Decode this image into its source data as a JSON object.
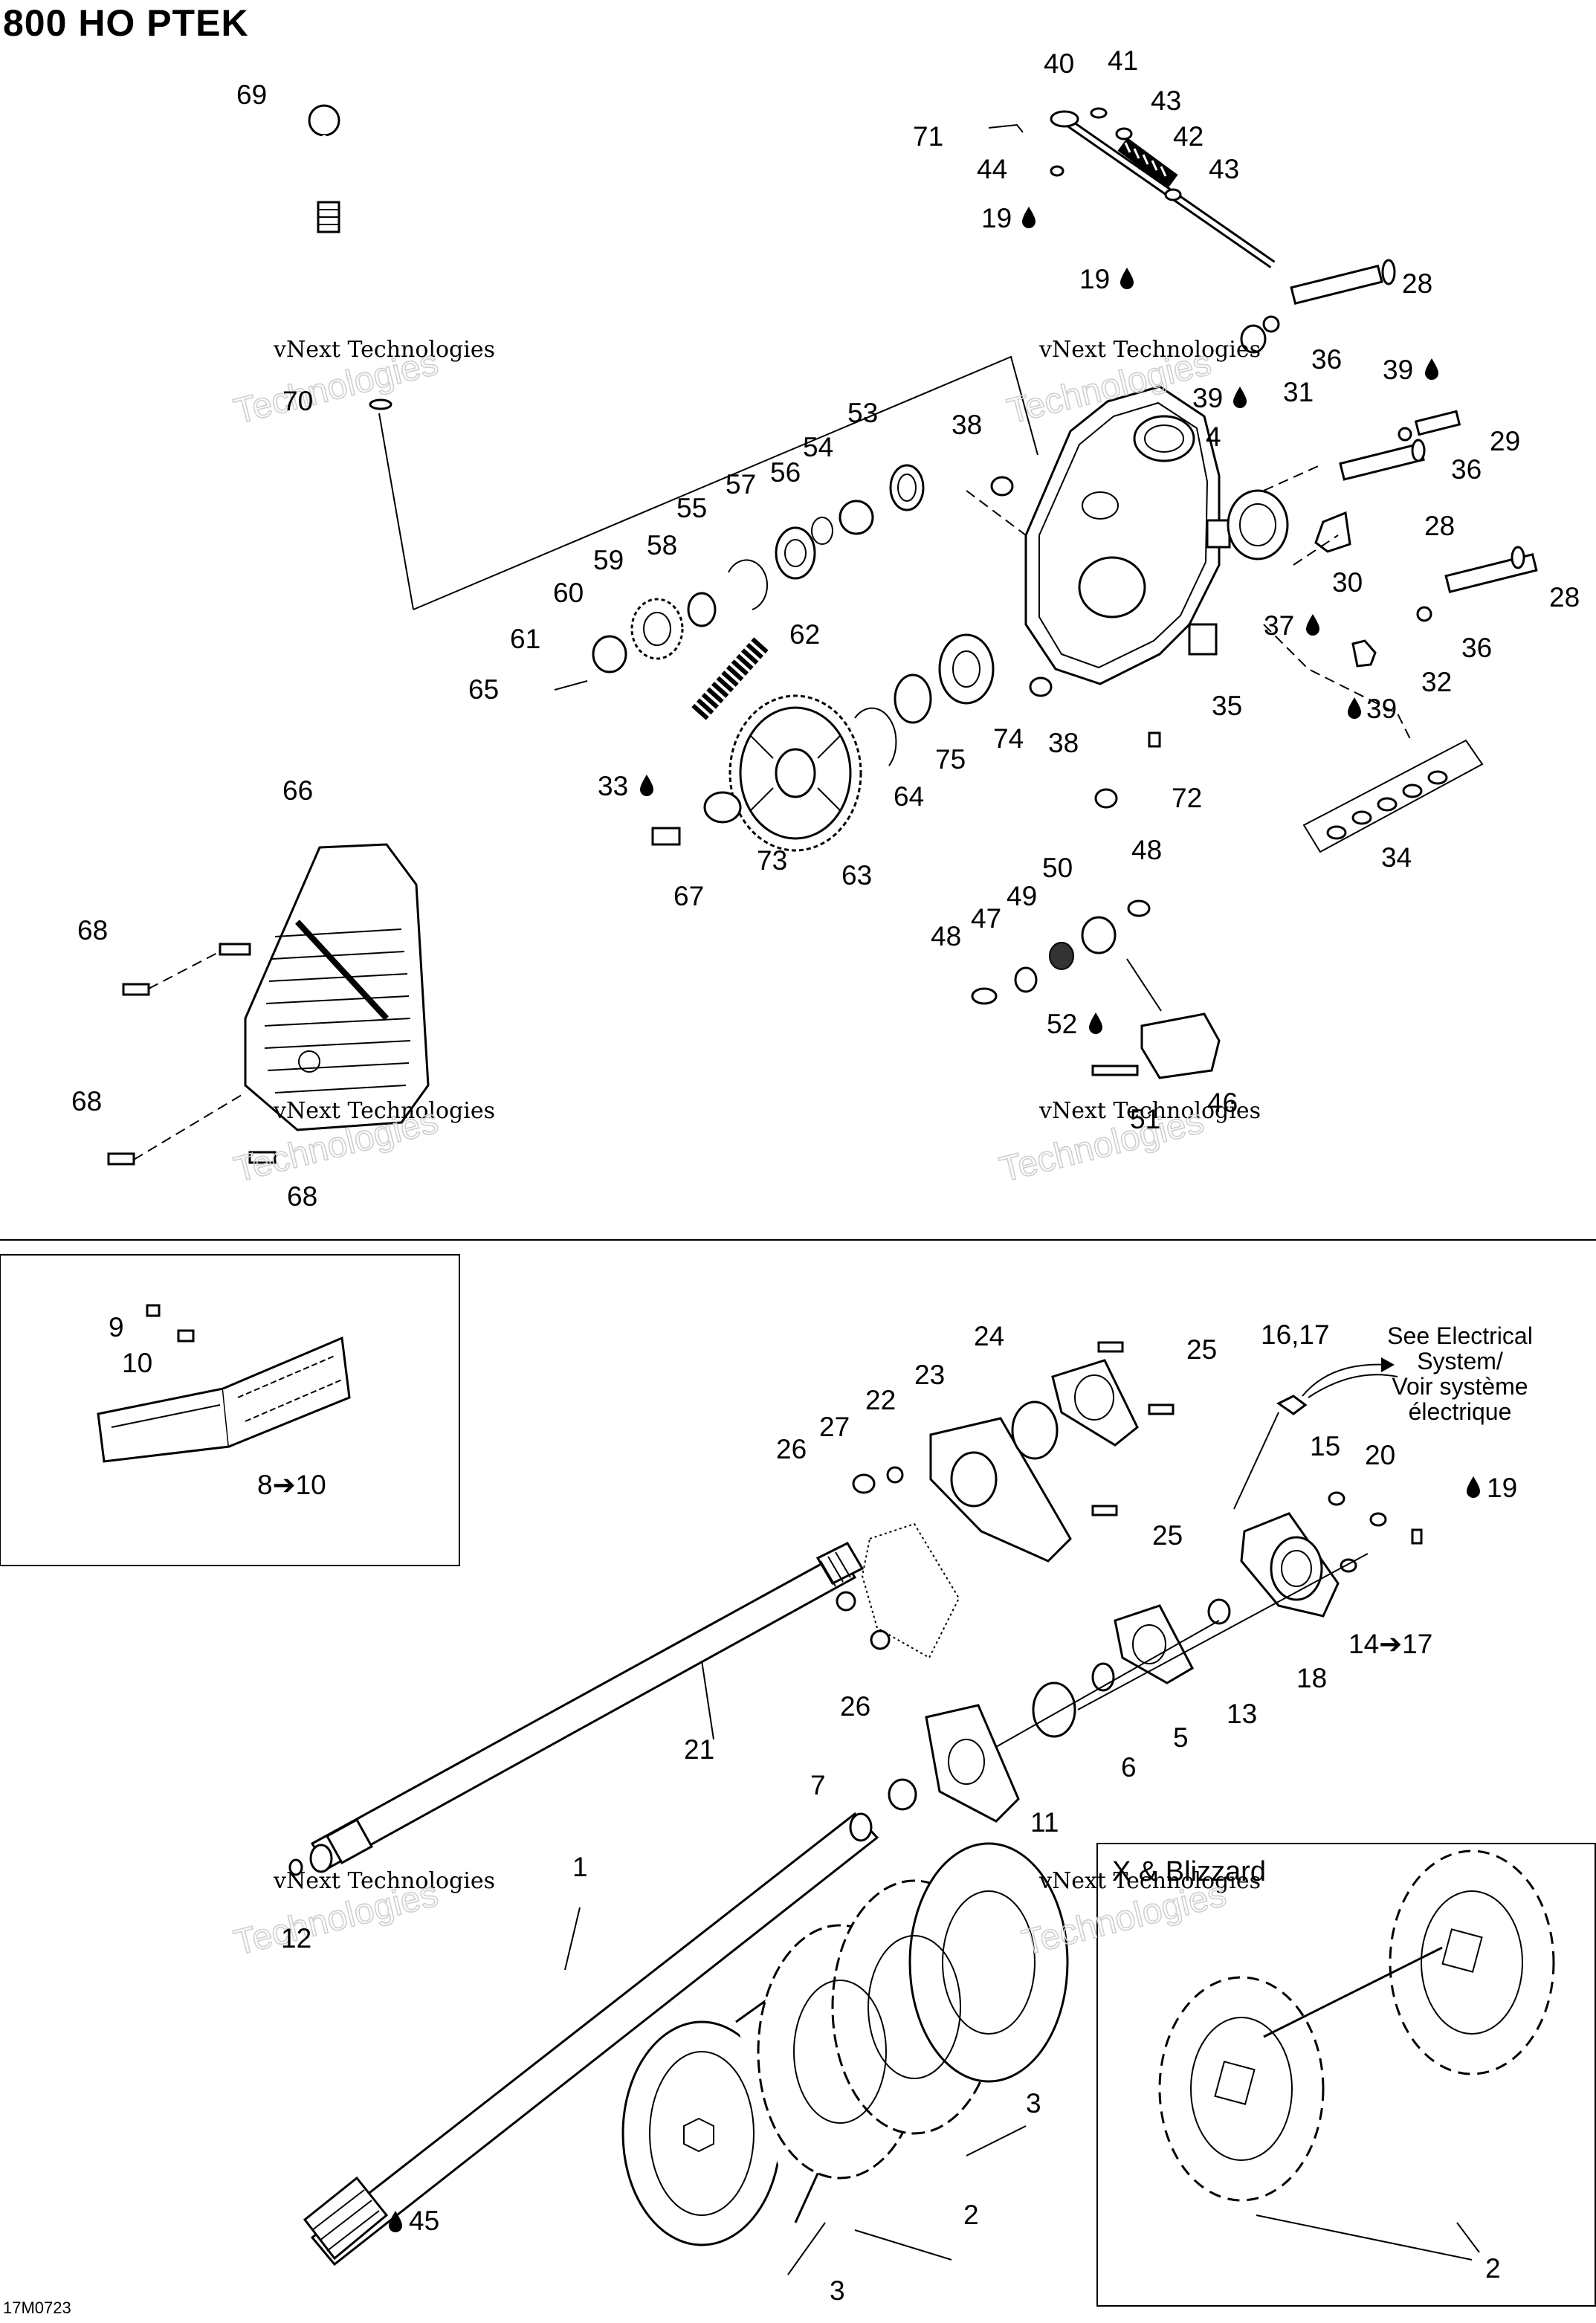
{
  "title": "800 HO PTEK",
  "figure_ref": "17M0723",
  "watermark": {
    "line1": "vNext Technologies",
    "line2": "Technologies"
  },
  "notes": {
    "electrical_en": "See Electrical",
    "electrical_en2": "System/",
    "electrical_fr": "Voir système",
    "electrical_fr2": "électrique",
    "blizzard": "X & Blizzard"
  },
  "callouts": {
    "c69": "69",
    "c70": "70",
    "c40": "40",
    "c41": "41",
    "c43a": "43",
    "c42": "42",
    "c43b": "43",
    "c71": "71",
    "c44": "44",
    "c19a": "19",
    "c19b": "19",
    "c28a": "28",
    "c36a": "36",
    "c31": "31",
    "c39a": "39",
    "c39b": "39",
    "c29": "29",
    "c36b": "36",
    "c28b": "28",
    "c4": "4",
    "c30": "30",
    "c53": "53",
    "c38a": "38",
    "c54": "54",
    "c56": "56",
    "c57": "57",
    "c55": "55",
    "c58": "58",
    "c59": "59",
    "c60": "60",
    "c61": "61",
    "c62": "62",
    "c65": "65",
    "c37": "37",
    "c28c": "28",
    "c36c": "36",
    "c32": "32",
    "c39c": "39",
    "c35": "35",
    "c74": "74",
    "c38b": "38",
    "c75": "75",
    "c64": "64",
    "c72": "72",
    "c33": "33",
    "c63": "63",
    "c73": "73",
    "c67": "67",
    "c66": "66",
    "c34": "34",
    "c68a": "68",
    "c68b": "68",
    "c68c": "68",
    "c48a": "48",
    "c50": "50",
    "c49": "49",
    "c47": "47",
    "c48b": "48",
    "c52": "52",
    "c46": "46",
    "c51": "51",
    "c9": "9",
    "c10": "10",
    "c8_10": "8➔10",
    "c24": "24",
    "c25a": "25",
    "c23": "23",
    "c22": "22",
    "c27": "27",
    "c26a": "26",
    "c16_17": "16,17",
    "c15": "15",
    "c20": "20",
    "c19c": "19",
    "c25b": "25",
    "c14_17": "14➔17",
    "c18": "18",
    "c13": "13",
    "c26b": "26",
    "c5": "5",
    "c21": "21",
    "c6": "6",
    "c7": "7",
    "c11": "11",
    "c1": "1",
    "c12": "12",
    "c3a": "3",
    "c2a": "2",
    "c3b": "3",
    "c45": "45",
    "c2b": "2"
  },
  "colors": {
    "ink": "#000000",
    "paper": "#ffffff",
    "watermark": "#cfcfcf"
  }
}
